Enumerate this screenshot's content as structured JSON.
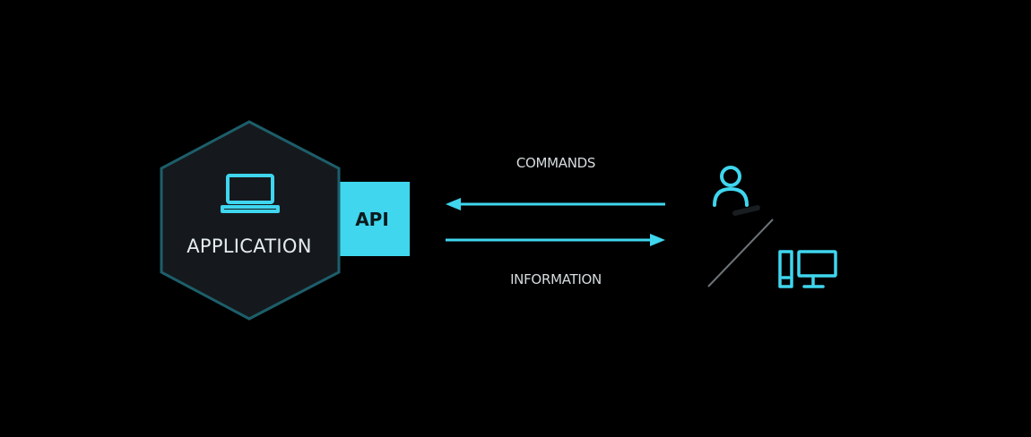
{
  "colors": {
    "background": "#000000",
    "accent": "#3fd6ee",
    "hexagon_fill": "#15191d",
    "hexagon_stroke": "#1d5e6a",
    "label_text": "#e6edf0"
  },
  "application": {
    "label": "APPLICATION",
    "icon": "laptop-icon"
  },
  "api": {
    "label": "API"
  },
  "flows": {
    "commands": {
      "label": "COMMANDS",
      "direction": "right-to-left"
    },
    "information": {
      "label": "INFORMATION",
      "direction": "left-to-right"
    }
  },
  "clients": {
    "user_icon": "user-icon",
    "computer_icon": "desktop-computer-icon"
  }
}
